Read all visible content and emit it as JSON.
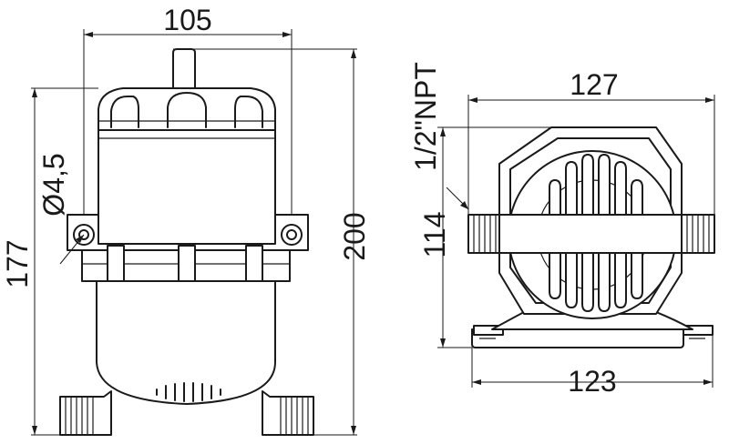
{
  "dimensions": {
    "front_width": "105",
    "mount_height": "177",
    "hole_diameter": "Ø4,5",
    "total_height": "200",
    "side_width": "127",
    "thread": "1/2\"NPT",
    "side_height": "114",
    "base_width": "123"
  },
  "colors": {
    "line": "#1a1a1a",
    "background": "#ffffff"
  }
}
